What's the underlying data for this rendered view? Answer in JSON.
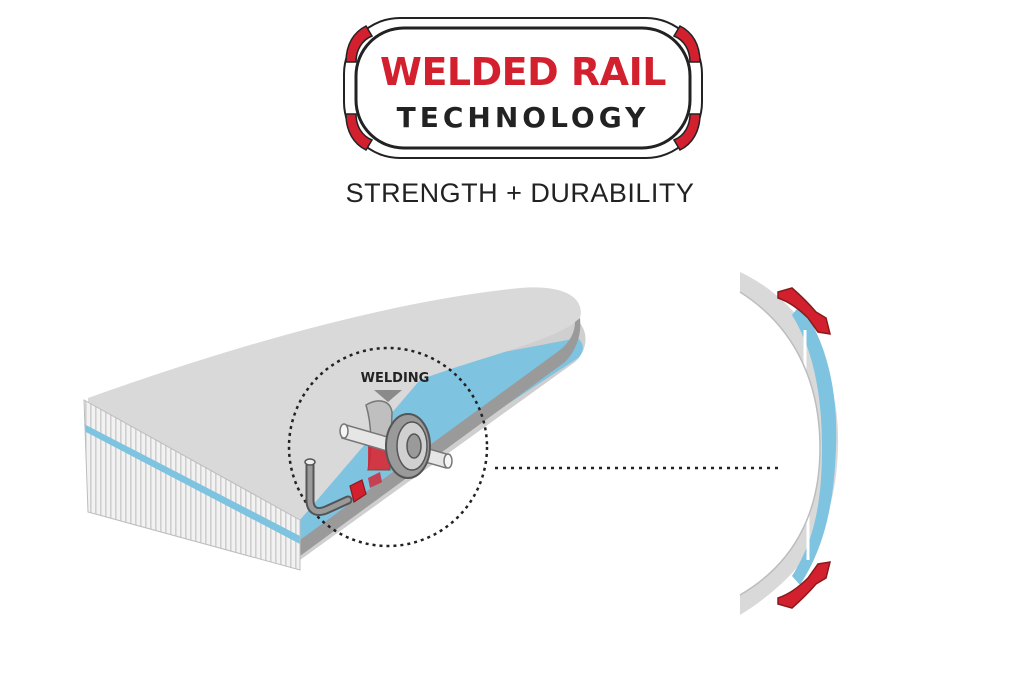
{
  "badge": {
    "title": "WELDED RAIL",
    "subtitle": "TECHNOLOGY"
  },
  "tagline": "STRENGTH + DURABILITY",
  "illustration": {
    "welding_label": "WELDING"
  },
  "colors": {
    "accent_red": "#d3202f",
    "dark_text": "#222222",
    "board_gray": "#d9d9d9",
    "board_edge_gray": "#9a9a9a",
    "drop_stitch_blue": "#7ec3df",
    "tool_gray": "#c8c8c8"
  },
  "icons": {
    "badge": "rounded-badge-with-corner-guards",
    "board": "inflatable-board-cutaway",
    "tool": "welding-roller-tool",
    "detail": "rail-cross-section"
  }
}
